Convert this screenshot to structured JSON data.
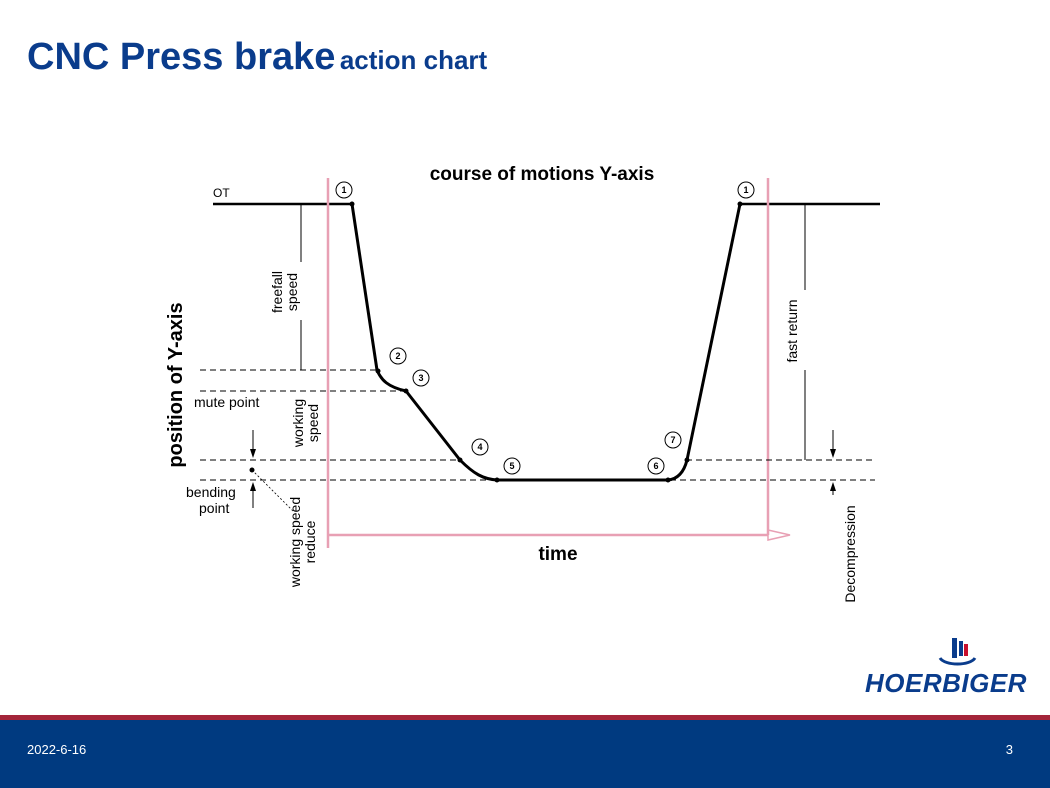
{
  "slide": {
    "title_main": "CNC Press brake",
    "title_sub": "action chart",
    "date": "2022-6-16",
    "page_number": "3"
  },
  "diagram": {
    "title": "course of motions Y-axis",
    "y_axis_label": "position of Y-axis",
    "x_axis_label": "time",
    "ot_label": "OT",
    "annotations": {
      "freefall_speed": [
        "freefall",
        "speed"
      ],
      "working_speed": [
        "working",
        "speed"
      ],
      "mute_point": "mute point",
      "bending_point": [
        "bending",
        "point"
      ],
      "working_speed_reduce": [
        "working speed",
        "reduce"
      ],
      "fast_return": "fast return",
      "decompression": "Decompression"
    },
    "markers": [
      "1",
      "2",
      "3",
      "4",
      "5",
      "6",
      "7",
      "1"
    ],
    "colors": {
      "curve": "#000000",
      "axis": "#e8a0b4",
      "dashed": "#000000",
      "title": "#0a3c8c"
    }
  },
  "logo": {
    "text": "HOERBIGER"
  },
  "colors": {
    "title": "#0a3c8c",
    "footer": "#003a80",
    "accent_line": "#a3253a"
  }
}
